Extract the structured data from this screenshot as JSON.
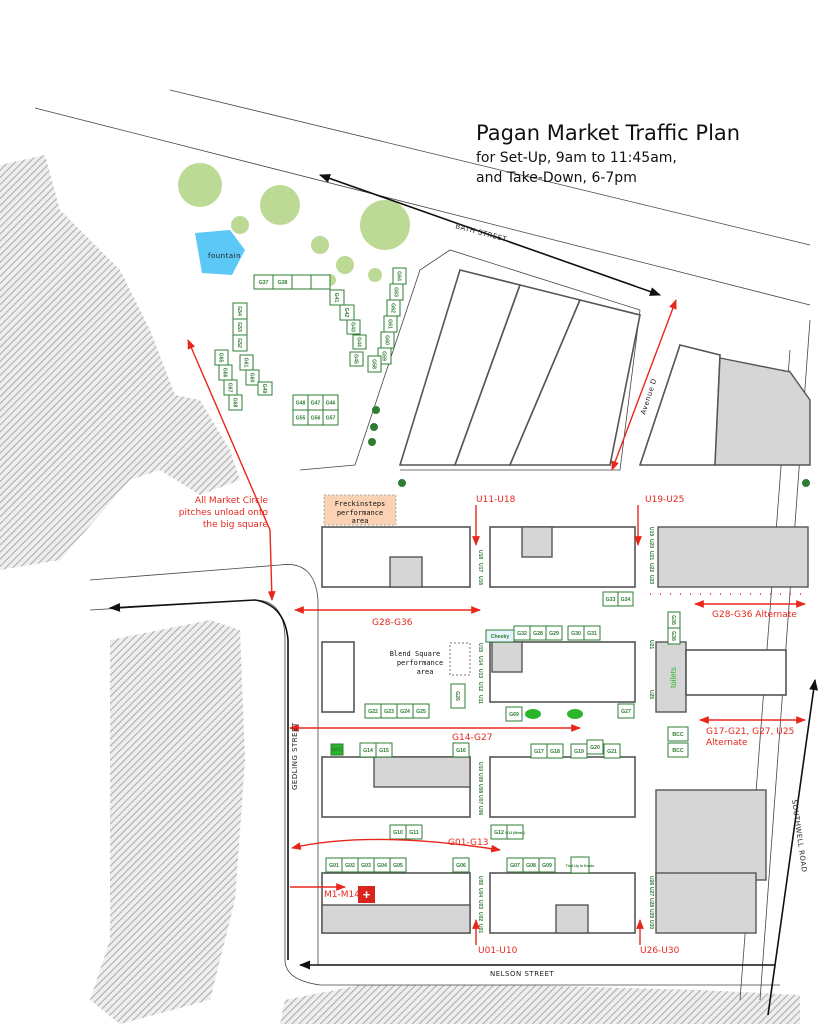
{
  "title": {
    "line1": "Pagan Market Traffic Plan",
    "line2": "for Set-Up, 9am to 11:45am,",
    "line3": "and Take-Down, 6-7pm"
  },
  "streets": {
    "bath": "BATH STREET",
    "avenue_d": "Avenue D",
    "gedling": "GEDLING STREET",
    "southwell": "SOUTHWELL ROAD",
    "nelson": "NELSON STREET"
  },
  "features": {
    "fountain": "fountain",
    "freckinsteps": [
      "Freckinsteps",
      "performance",
      "area"
    ],
    "blend_square": [
      "Blend Square",
      "performance",
      "area"
    ],
    "toilets": "toilets",
    "first_aid": "+"
  },
  "routes": {
    "market_circle_note": [
      "All Market Circle",
      "pitches unload onto",
      "the big square"
    ],
    "u11_u18": "U11-U18",
    "u19_u25": "U19-U25",
    "g28_g36": "G28-G36",
    "g28_g36_alt": "G28-G36 Alternate",
    "g14_g27": "G14-G27",
    "g17_alt": [
      "G17-G21, G27, U25",
      "Alternate"
    ],
    "g01_g13": "G01-G13",
    "m1_m14": "M1-M14",
    "u01_u10": "U01-U10",
    "u26_u30": "U26-U30"
  },
  "pitches": [
    "G37",
    "G38",
    "",
    "",
    "G54",
    "G53",
    "G52",
    "G65",
    "G66",
    "G67",
    "G68",
    "G61",
    "G60",
    "G49",
    "G48",
    "G47",
    "G46",
    "G55",
    "G56",
    "G57",
    "G41",
    "G42",
    "G43",
    "G44",
    "G45",
    "G64",
    "G63",
    "G62",
    "G61",
    "G60",
    "G59",
    "G58",
    "G33",
    "G34",
    "Cheeky",
    "G32",
    "G28",
    "G29",
    "G30",
    "G31",
    "G26",
    "G22",
    "G23",
    "G24",
    "G25",
    "G69",
    "G27",
    "G35",
    "G36",
    "BCC",
    "BCC",
    "NFC",
    "G14",
    "G15",
    "G16",
    "G17",
    "G18",
    "G19",
    "G20",
    "G21",
    "G10",
    "G11",
    "G12",
    "G13 (Mead)",
    "G01",
    "G02",
    "G03",
    "G04",
    "G05",
    "G06",
    "G07",
    "G08",
    "G09",
    "Tied Up in Knots"
  ],
  "unit_pitches": [
    "U18",
    "U17",
    "U16",
    "U15",
    "U14",
    "U13",
    "U12",
    "U11",
    "U19",
    "U20",
    "U21",
    "U22",
    "U23",
    "U21",
    "U25",
    "U10",
    "U09",
    "U08",
    "U07",
    "U06",
    "U05",
    "U04",
    "U03",
    "U02",
    "U01",
    "U26",
    "U27",
    "U28",
    "U29",
    "U30"
  ],
  "colors": {
    "route": "#e8261c",
    "pitch": "#2e7d32",
    "fountain": "#5bc8f5",
    "performance": "#fbd2b4"
  }
}
